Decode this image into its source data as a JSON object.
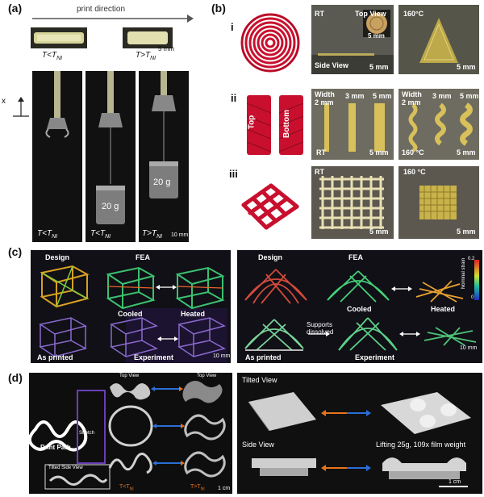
{
  "panels": {
    "a": {
      "label": "(a)",
      "print_direction": "print direction",
      "top_left_caption": "T<T",
      "top_left_sub": "NI",
      "top_right_caption": "T>T",
      "top_right_sub": "NI",
      "top_scale": "5 mm",
      "axis_x": "x",
      "weight_1": "20 g",
      "weight_2": "20 g",
      "bottom_captions": [
        {
          "main": "T<T",
          "sub": "NI"
        },
        {
          "main": "T<T",
          "sub": "NI"
        },
        {
          "main": "T>T",
          "sub": "NI"
        }
      ],
      "bottom_scale": "10 mm"
    },
    "b": {
      "label": "(b)",
      "rows": [
        "i",
        "ii",
        "iii"
      ],
      "row_i": {
        "rt": "RT",
        "top_view": "Top View",
        "top_view_scale": "5 mm",
        "side_view": "Side View",
        "side_view_scale": "5 mm",
        "hot": "160°C",
        "hot_scale": "5 mm"
      },
      "row_ii": {
        "top": "Top",
        "bottom": "Bottom",
        "width_1": "Width",
        "width_1_val": "2 mm",
        "width_2": "3 mm",
        "width_3": "5 mm",
        "rt": "RT",
        "scale_rt": "5 mm",
        "width_4": "Width",
        "width_4_val": "2 mm",
        "width_5": "3 mm",
        "width_6": "5 mm",
        "hot": "160 °C",
        "scale_hot": "5 mm"
      },
      "row_iii": {
        "rt": "RT",
        "rt_scale": "5 mm",
        "hot": "160 °C",
        "hot_scale": "5 mm"
      }
    },
    "c": {
      "label": "(c)",
      "left": {
        "design": "Design",
        "fea": "FEA",
        "cooled": "Cooled",
        "heated": "Heated",
        "as_printed": "As printed",
        "experiment": "Experiment",
        "scale": "10 mm"
      },
      "right": {
        "design": "Design",
        "fea": "FEA",
        "cooled": "Cooled",
        "heated": "Heated",
        "supports": "Supports",
        "dissolved": "dissolved",
        "as_printed": "As printed",
        "experiment": "Experiment",
        "scale": "10 mm",
        "colorbar_label": "Nominal strain",
        "colorbar_max": "0.2",
        "colorbar_min": "0"
      }
    },
    "d": {
      "label": "(d)",
      "left": {
        "top_view_1": "Top View",
        "top_view_2": "Top View",
        "print_path": "Print Path",
        "stretch": "Stretch",
        "tilted_side_view": "Tilted Side View",
        "t_low": "T<T",
        "t_high": "T>T",
        "t_sub": "NI",
        "scale": "1 cm"
      },
      "right": {
        "tilted_view": "Tilted View",
        "side_view": "Side View",
        "lifting": "Lifting 25g, 109x film weight",
        "scale": "1 cm"
      }
    }
  },
  "colors": {
    "accent_red": "#c8102e",
    "orange_arrow": "#e8731c",
    "blue_arrow": "#2a6fd6",
    "yellow_material": "#d9c56a",
    "purple_box": "#6a3fb8"
  }
}
